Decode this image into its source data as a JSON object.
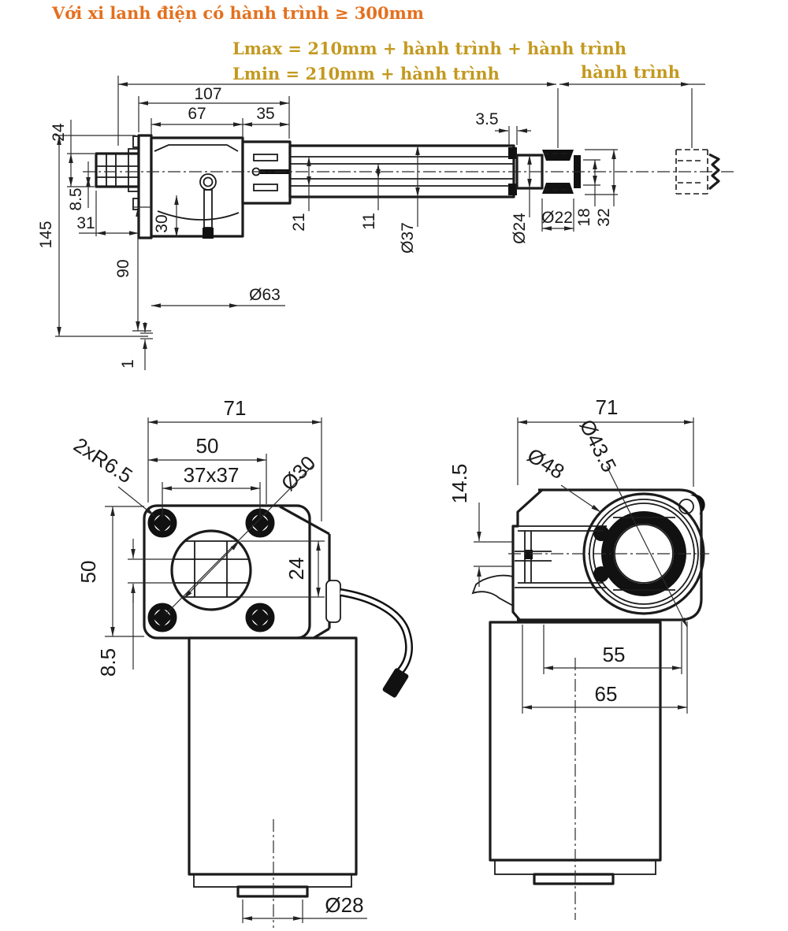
{
  "colors": {
    "title": "#e4701e",
    "formula": "#c3991f",
    "line": "#1b1b1b"
  },
  "header": {
    "title": "Với xi lanh điện có hành trình ≥ 300mm",
    "lmax_formula": "Lmax = 210mm + hành trình + hành trình",
    "lmin_formula": "Lmin = 210mm + hành trình",
    "stroke_label": "hành trình"
  },
  "side_view": {
    "overall_length": "107",
    "gearbox_length": "67",
    "clamp_length": "35",
    "clevis_height": "24",
    "clevis_slot": "8.5",
    "clevis_depth": "31",
    "total_height": "145",
    "motor_length": "90",
    "shaft_offset": "30",
    "motor_diameter": "Ø63",
    "end_cap_thickness": "1",
    "stop_width": "3.5",
    "rod_inner": "21",
    "screw_diameter": "11",
    "tube_diameter": "Ø37",
    "rod_diameter": "Ø24",
    "bush_diameter": "Ø22",
    "bush_inner_width": "18",
    "bush_outer_width": "32"
  },
  "front_view": {
    "width": "71",
    "plate_width": "50",
    "hole_spacing": "37x37",
    "corner_radius": "2xR6.5",
    "hub_diameter": "Ø30",
    "plate_height": "50",
    "hub_height": "24",
    "hub_slot": "8.5",
    "shaft_boss_diameter": "Ø28"
  },
  "section_view": {
    "width": "71",
    "ring_diameter": "Ø43.5",
    "housing_diameter": "Ø48",
    "clevis_offset": "14.5",
    "motor_core_width": "55",
    "motor_width": "65"
  }
}
